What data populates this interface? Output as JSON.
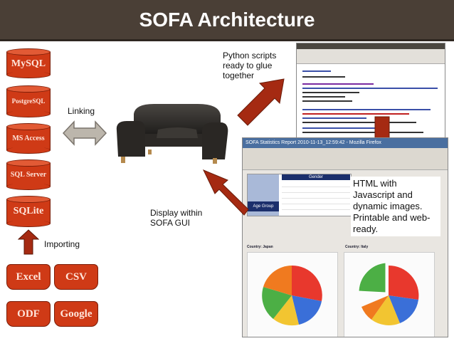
{
  "title": "SOFA Architecture",
  "databases": [
    "MySQL",
    "PostgreSQL",
    "MS Access",
    "SQL Server",
    "SQLite"
  ],
  "files": [
    "Excel",
    "CSV",
    "ODF",
    "Google"
  ],
  "labels": {
    "linking": "Linking",
    "importing": "Importing",
    "python": "Python scripts ready to glue together",
    "gui": "Display within SOFA GUI",
    "html": "HTML with Javascript and dynamic images. Printable and web-ready."
  },
  "browser": {
    "window_title": "SOFA Statistics Report 2010-11-13_12:59:42 - Mozilla Firefox",
    "table_header": "Gender",
    "row_label": "Age Group",
    "chart1_title": "Country: Japan",
    "chart2_title": "Country: Italy"
  },
  "colors": {
    "title_bg": "#4a3f36",
    "db_fill": "#cf3a16",
    "db_text": "#ffe6dc",
    "arrow_fill": "#a52a12",
    "pie_red": "#e8382d",
    "pie_green": "#4caf45",
    "pie_yellow": "#f2c531",
    "pie_blue": "#3a6fd8",
    "pie_orange": "#f07a1f"
  }
}
